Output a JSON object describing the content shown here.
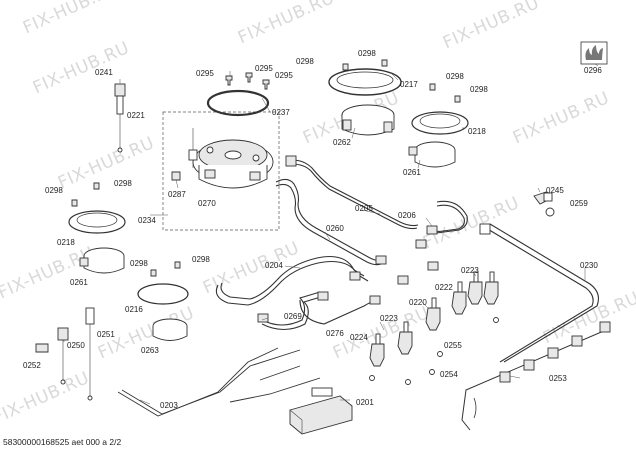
{
  "watermark": "FIX-HUB.RU",
  "footer": "58300000168525 aet 000 a 2/2",
  "labels": {
    "p0241": "0241",
    "p0221": "0221",
    "p0295a": "0295",
    "p0295b": "0295",
    "p0295c": "0295",
    "p0237": "0237",
    "p0298a": "0298",
    "p0298b": "0298",
    "p0217": "0217",
    "p0298c": "0298",
    "p0298d": "0298",
    "p0218a": "0218",
    "p0262": "0262",
    "p0261a": "0261",
    "p0296": "0296",
    "p0287": "0287",
    "p0270": "0270",
    "p0298e": "0298",
    "p0298f": "0298",
    "p0234": "0234",
    "p0218b": "0218",
    "p0261b": "0261",
    "p0205": "0205",
    "p0206": "0206",
    "p0245": "0245",
    "p0259": "0259",
    "p0260": "0260",
    "p0298g": "0298",
    "p0298h": "0298",
    "p0204": "0204",
    "p0223a": "0223",
    "p0230": "0230",
    "p0216": "0216",
    "p0222": "0222",
    "p0220": "0220",
    "p0269": "0269",
    "p0263": "0263",
    "p0250": "0250",
    "p0251": "0251",
    "p0276": "0276",
    "p0223b": "0223",
    "p0224": "0224",
    "p0255": "0255",
    "p0252": "0252",
    "p0254": "0254",
    "p0253": "0253",
    "p0203": "0203",
    "p0201": "0201"
  }
}
